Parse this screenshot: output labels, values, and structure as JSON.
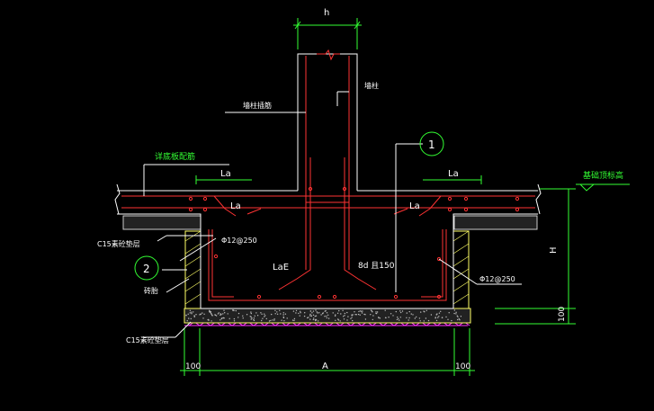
{
  "colors": {
    "background": "#000000",
    "outline": "#ffffff",
    "rebar": "#ff3333",
    "dimension": "#33ff33",
    "callout": "#ffffff",
    "soil": "#ff33ff",
    "concrete": "#cccccc",
    "brick": "#ffff66"
  },
  "labels": {
    "wall_width": "h",
    "wall_rebar": "墙柱",
    "wall_dowel": "墙柱插筋",
    "slab_bottom_rebar": "详底板配筋",
    "slab_top_level": "基础顶标高",
    "anchor_left": "La",
    "anchor_left_inner": "La",
    "anchor_right": "La",
    "anchor_right_inner": "La",
    "anchor_lae": "LaE",
    "stirrup": "8d 且150",
    "rebar_left": "Φ12@250",
    "rebar_right": "Φ12@250",
    "pad_left_top": "C15素砼垫层",
    "brick_wall": "砖胎",
    "pad_bottom": "C15素砼垫层",
    "depth": "H",
    "pad_thickness": "100",
    "offset_left": "100",
    "width": "A",
    "offset_right": "100",
    "callout_1": "1",
    "callout_2": "2"
  }
}
